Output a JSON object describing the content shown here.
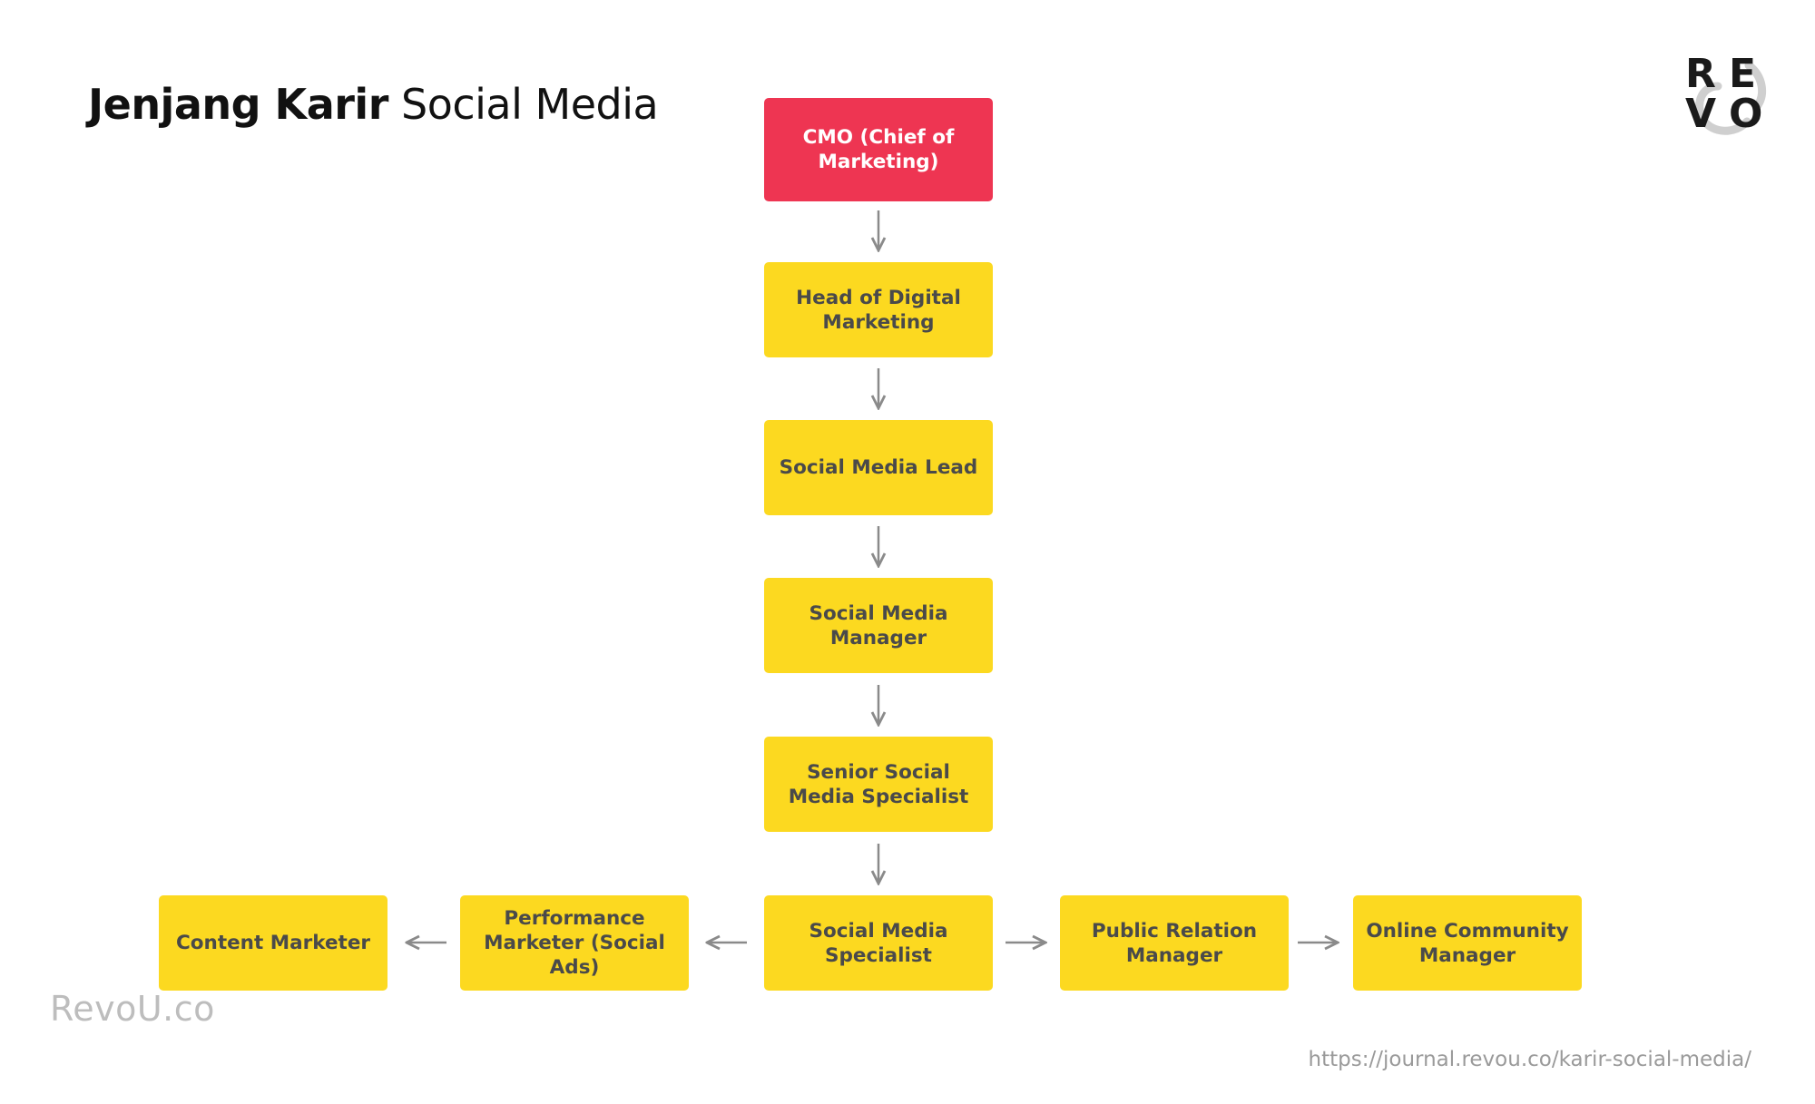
{
  "title": {
    "bold": "Jenjang Karir",
    "regular": "Social Media"
  },
  "nodes": {
    "cmo": "CMO (Chief of Marketing)",
    "head_digital": "Head of Digital Marketing",
    "sm_lead": "Social Media Lead",
    "sm_manager": "Social Media Manager",
    "senior_specialist": "Senior Social Media Specialist",
    "specialist": "Social Media Specialist",
    "performance": "Performance Marketer (Social Ads)",
    "content": "Content Marketer",
    "public_relation": "Public Relation Manager",
    "community": "Online Community Manager"
  },
  "footer": {
    "brand": "RevoU.co",
    "url": "https://journal.revou.co/karir-social-media/"
  },
  "logo": {
    "letters": [
      "R",
      "E",
      "V",
      "O"
    ]
  },
  "colors": {
    "top_role": "#ee3552",
    "role": "#fcd920",
    "arrow": "#8a8a8a"
  }
}
